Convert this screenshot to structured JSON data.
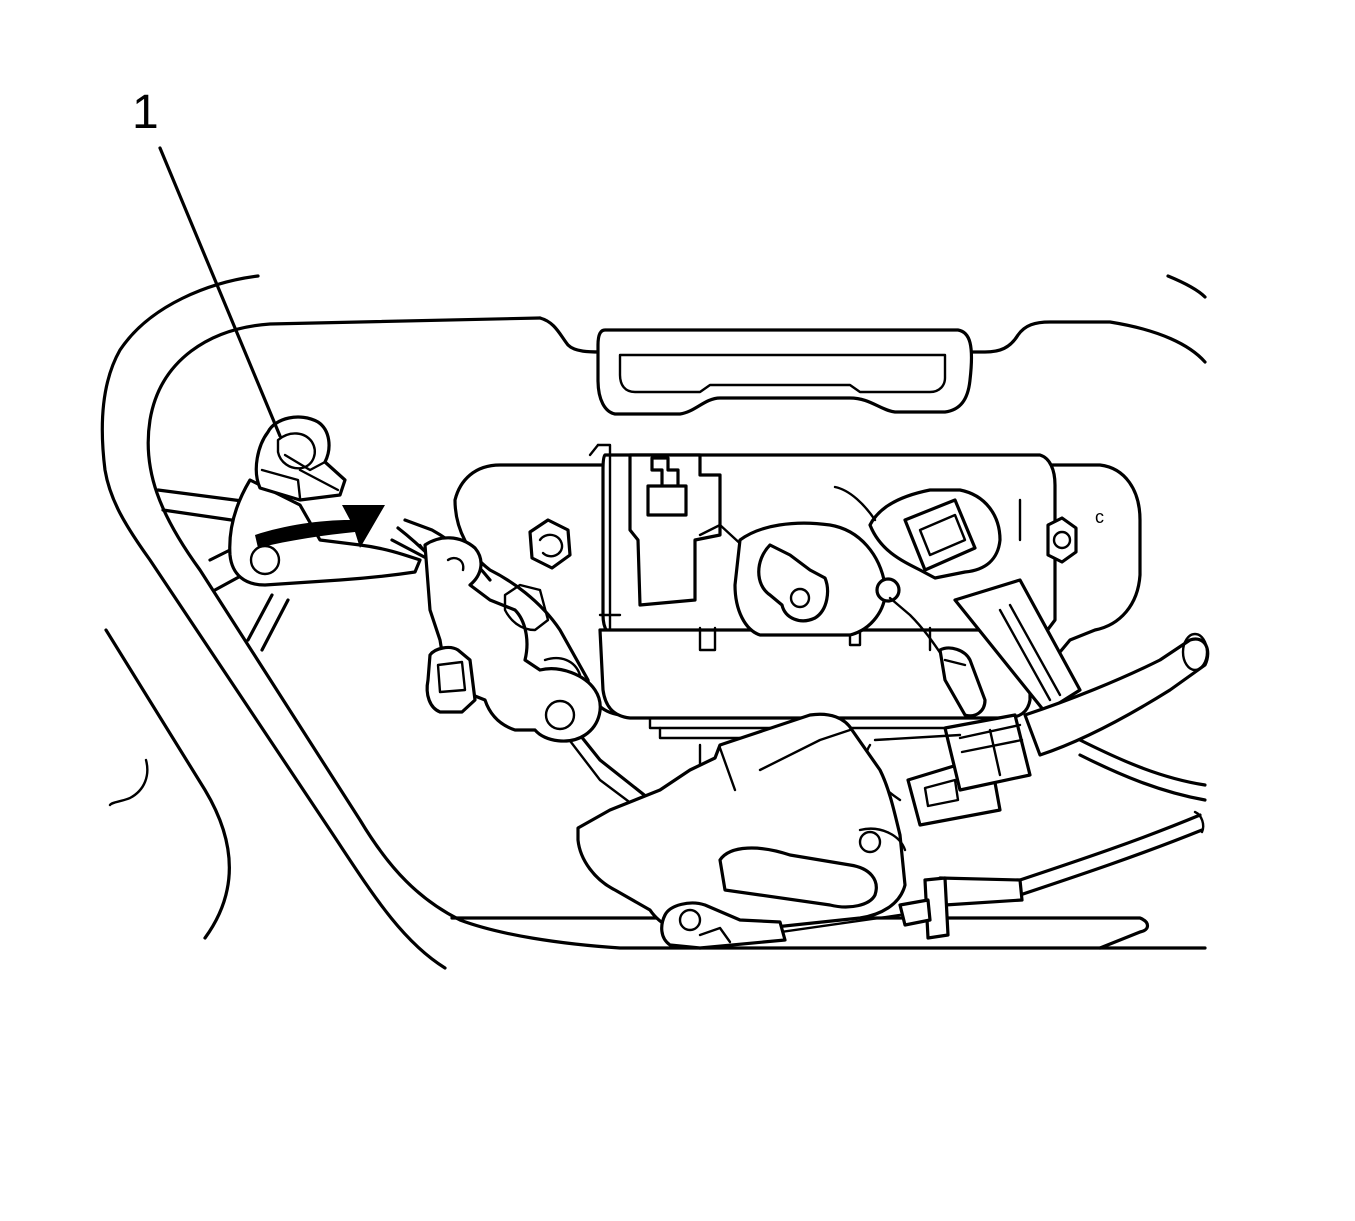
{
  "figure": {
    "callouts": [
      {
        "id": "1",
        "label": "1"
      }
    ],
    "corner_mark": "c",
    "arrow_direction": "clockwise"
  }
}
